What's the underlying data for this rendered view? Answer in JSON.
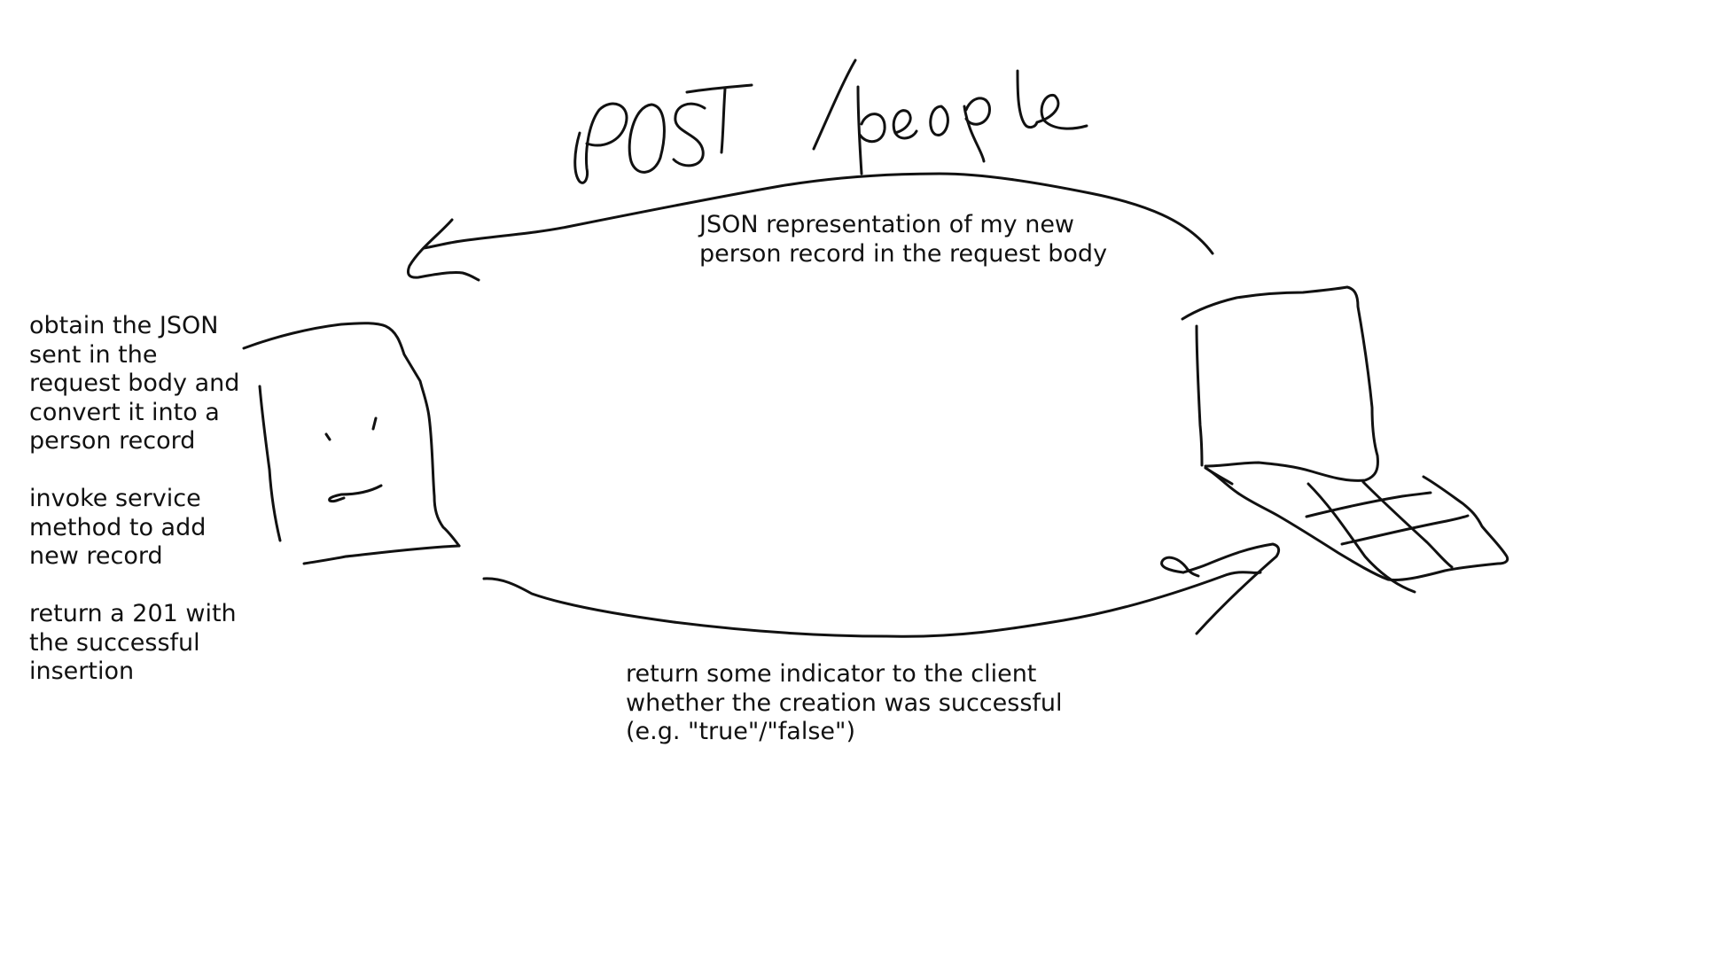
{
  "title": "POST /people",
  "request_note": {
    "lines": [
      "JSON representation of my new",
      "person record in the request body"
    ]
  },
  "server_note": {
    "step1": [
      "obtain the JSON",
      "sent in the",
      "request body and",
      "convert it into a",
      "person record"
    ],
    "step2": [
      "invoke service",
      "method to add",
      "new record"
    ],
    "step3": [
      "return a 201 with",
      "the successful",
      "insertion"
    ]
  },
  "response_note": {
    "lines": [
      "return some indicator to the client",
      "whether the creation was successful",
      "(e.g. \"true\"/\"false\")"
    ]
  },
  "icons": [
    "server-face-icon",
    "laptop-client-icon",
    "request-arrow-icon",
    "response-arrow-icon"
  ]
}
